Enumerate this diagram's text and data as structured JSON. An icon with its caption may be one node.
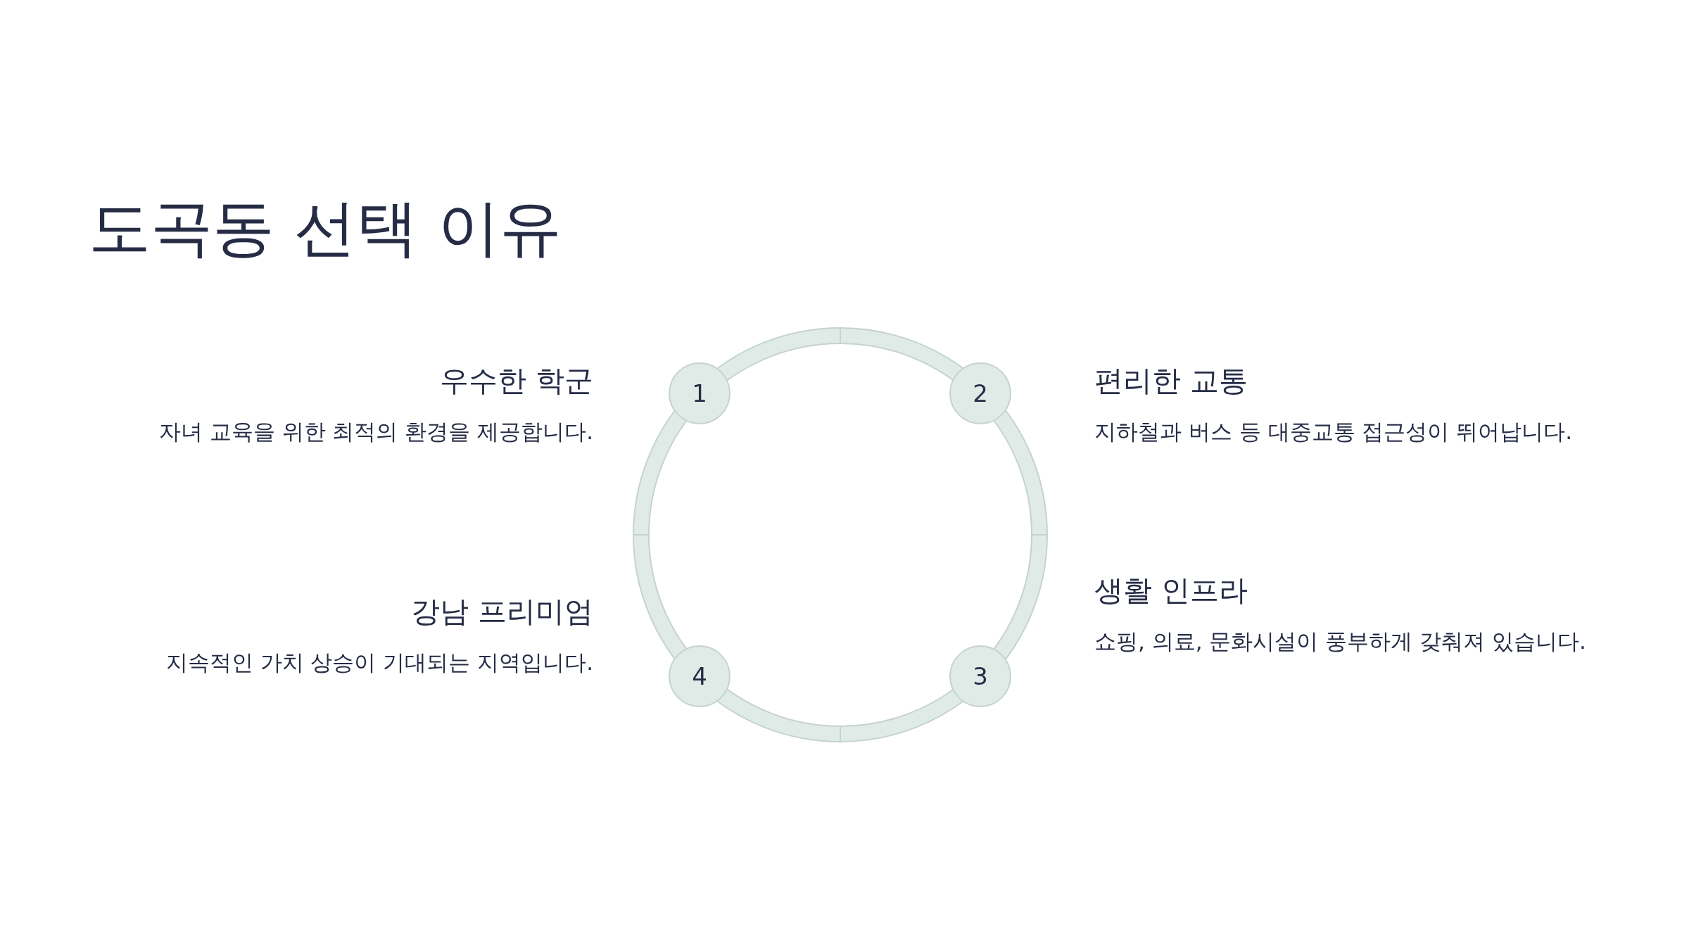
{
  "diagram": {
    "title": "도곡동 선택 이유",
    "nodes": [
      {
        "text": [
          "1"
        ],
        "beside": [
          "우수한 학군",
          "자녀 교육을 위한 최적의 환경을 제공합니다."
        ]
      },
      {
        "text": [
          "2"
        ],
        "beside": [
          "편리한 교통",
          "지하철과 버스 등 대중교통 접근성이 뛰어납니다."
        ]
      },
      {
        "text": [
          "3"
        ],
        "beside": [
          "생활 인프라",
          "쇼핑, 의료, 문화시설이 풍부하게 갖춰져 있습니다."
        ]
      },
      {
        "text": [
          "4"
        ],
        "beside": [
          "강남 프리미엄",
          "지속적인 가치 상승이 기대되는 지역입니다."
        ]
      }
    ]
  }
}
